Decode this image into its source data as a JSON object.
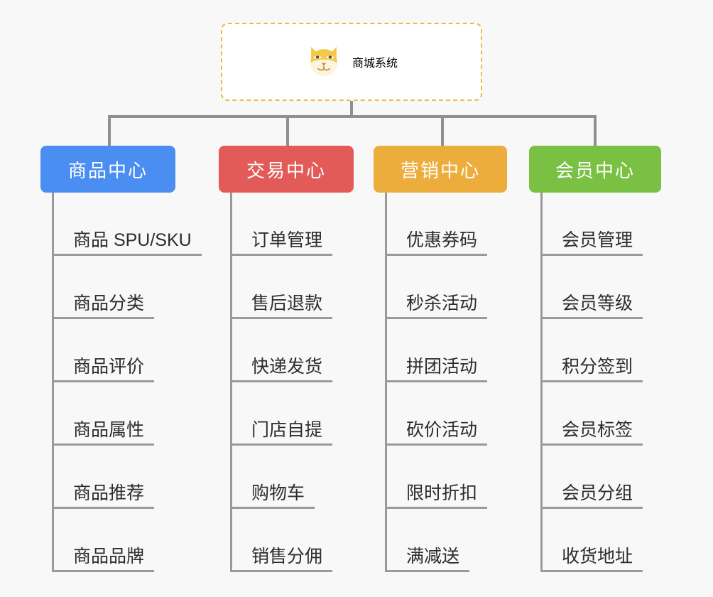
{
  "root": {
    "title": "商城系统",
    "icon": "shiba-dog-icon",
    "text_color": "#f2b036",
    "border_color": "#f2b842",
    "background": "#ffffff"
  },
  "canvas": {
    "background": "#f8f8f8",
    "connector_color": "#909090"
  },
  "columns": [
    {
      "header": "商品中心",
      "color": "#4a8ef1",
      "items": [
        "商品 SPU/SKU",
        "商品分类",
        "商品评价",
        "商品属性",
        "商品推荐",
        "商品品牌"
      ]
    },
    {
      "header": "交易中心",
      "color": "#e25b59",
      "items": [
        "订单管理",
        "售后退款",
        "快递发货",
        "门店自提",
        "购物车",
        "销售分佣"
      ]
    },
    {
      "header": "营销中心",
      "color": "#edad3c",
      "items": [
        "优惠券码",
        "秒杀活动",
        "拼团活动",
        "砍价活动",
        "限时折扣",
        "满减送"
      ]
    },
    {
      "header": "会员中心",
      "color": "#7ac143",
      "items": [
        "会员管理",
        "会员等级",
        "积分签到",
        "会员标签",
        "会员分组",
        "收货地址"
      ]
    }
  ]
}
